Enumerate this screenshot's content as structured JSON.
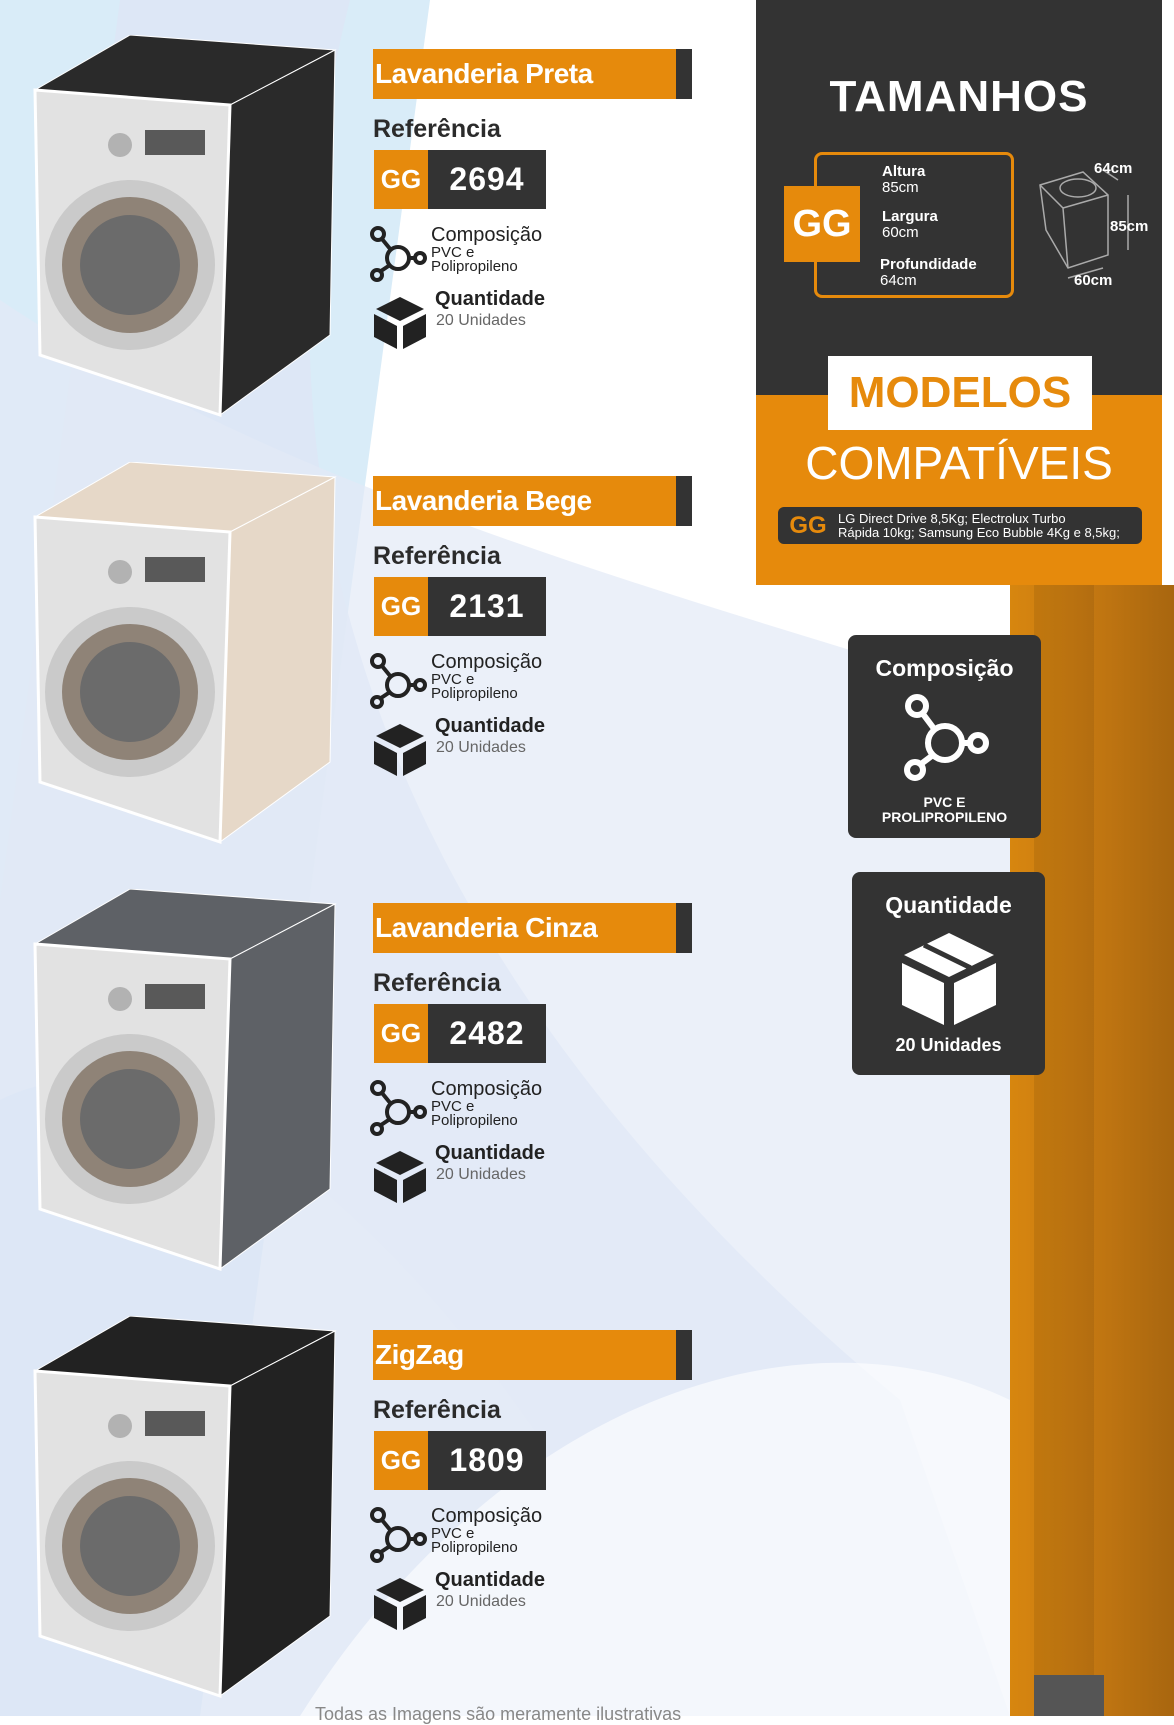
{
  "colors": {
    "accent": "#e68a0c",
    "dark": "#333333"
  },
  "sizes": {
    "title": "TAMANHOS",
    "size_code": "GG",
    "altura_label": "Altura",
    "altura_value": "85cm",
    "largura_label": "Largura",
    "largura_value": "60cm",
    "profundidade_label": "Profundidade",
    "profundidade_value": "64cm",
    "diagram": {
      "top": "64cm",
      "side": "85cm",
      "bottom": "60cm"
    }
  },
  "models": {
    "title_1": "MODELOS",
    "title_2": "COMPATÍVEIS",
    "size_code": "GG",
    "line_1": "LG Direct Drive 8,5Kg; Electrolux Turbo",
    "line_2": "Rápida 10kg; Samsung Eco Bubble 4Kg e 8,5kg;"
  },
  "composition_card": {
    "title": "Composição",
    "icon": "molecule-icon",
    "line_1": "PVC E",
    "line_2": "PROLIPROPILENO"
  },
  "quantity_card": {
    "title": "Quantidade",
    "icon": "box-icon",
    "value": "20 Unidades"
  },
  "products": [
    {
      "name": "Lavanderia Preta",
      "ref_label": "Referência",
      "size": "GG",
      "ref": "2694",
      "comp_label": "Composição",
      "comp_1": "PVC e",
      "comp_2": "Polipropileno",
      "qty_label": "Quantidade",
      "qty": "20 Unidades",
      "pattern": "#2a2a2a"
    },
    {
      "name": "Lavanderia Bege",
      "ref_label": "Referência",
      "size": "GG",
      "ref": "2131",
      "comp_label": "Composição",
      "comp_1": "PVC e",
      "comp_2": "Polipropileno",
      "qty_label": "Quantidade",
      "qty": "20 Unidades",
      "pattern": "#e6d8c8"
    },
    {
      "name": "Lavanderia Cinza",
      "ref_label": "Referência",
      "size": "GG",
      "ref": "2482",
      "comp_label": "Composição",
      "comp_1": "PVC e",
      "comp_2": "Polipropileno",
      "qty_label": "Quantidade",
      "qty": "20 Unidades",
      "pattern": "#5e6166"
    },
    {
      "name": "ZigZag",
      "ref_label": "Referência",
      "size": "GG",
      "ref": "1809",
      "comp_label": "Composição",
      "comp_1": "PVC e",
      "comp_2": "Polipropileno",
      "qty_label": "Quantidade",
      "qty": "20 Unidades",
      "pattern": "#222222"
    }
  ],
  "footer": "Todas as Imagens são meramente ilustrativas"
}
